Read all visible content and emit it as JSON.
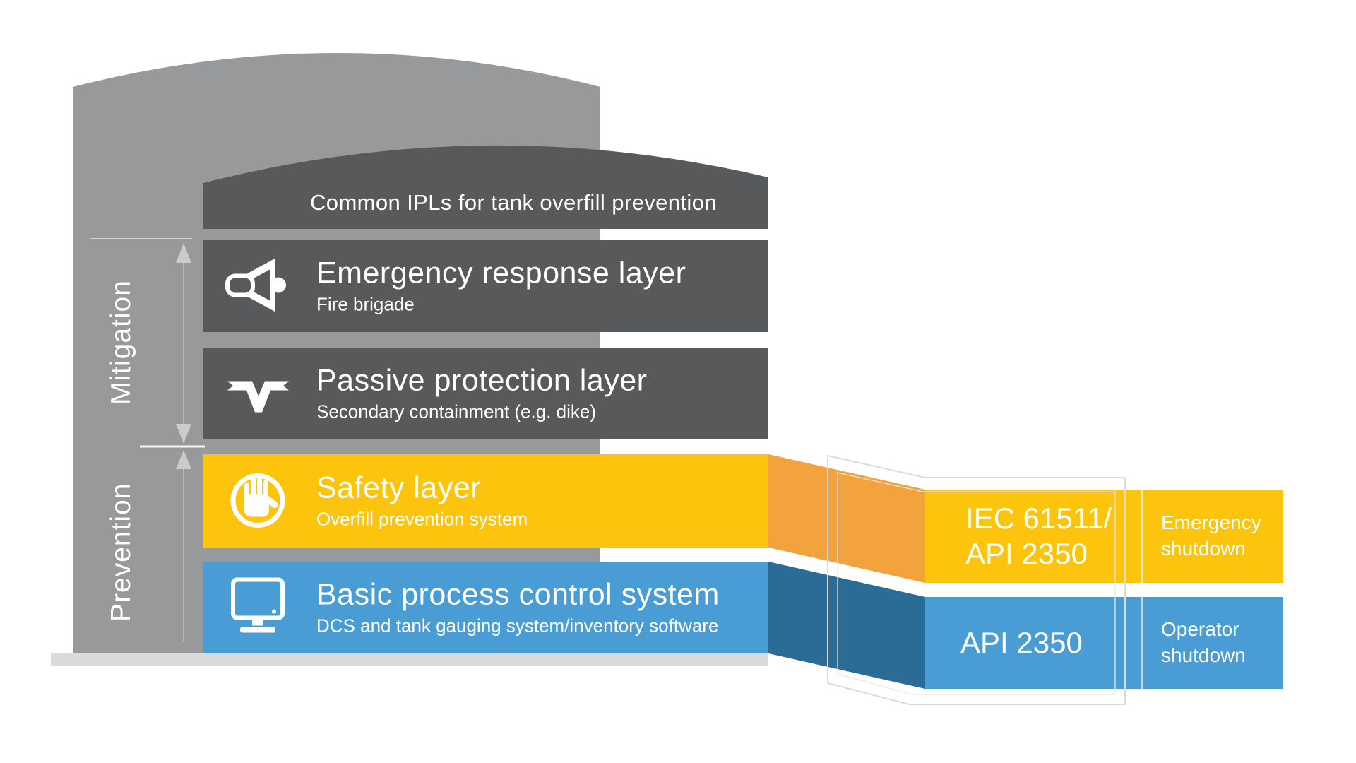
{
  "title_bar": {
    "label": "Common IPLs for tank overfill prevention"
  },
  "side_labels": {
    "mitigation": "Mitigation",
    "prevention": "Prevention"
  },
  "layers": [
    {
      "title": "Emergency response layer",
      "subtitle": "Fire brigade",
      "icon": "megaphone-icon",
      "category": "Mitigation",
      "color": "#58595B"
    },
    {
      "title": "Passive protection layer",
      "subtitle": "Secondary containment (e.g. dike)",
      "icon": "dike-containment-icon",
      "category": "Mitigation",
      "color": "#58595B"
    },
    {
      "title": "Safety layer",
      "subtitle": "Overfill prevention system",
      "icon": "stop-hand-icon",
      "category": "Prevention",
      "color": "#FCC40D"
    },
    {
      "title": "Basic process control system",
      "subtitle": "DCS and tank gauging system/inventory software",
      "icon": "monitor-icon",
      "category": "Prevention",
      "color": "#4A9CD5"
    }
  ],
  "standards_panels": [
    {
      "standard_line1": "IEC 61511/",
      "standard_line2": "API 2350",
      "action": "Emergency shutdown",
      "linked_layer": "Safety layer",
      "color": "#FCC40D"
    },
    {
      "standard_line1": "API 2350",
      "standard_line2": "",
      "action": "Operator shutdown",
      "linked_layer": "Basic process control system",
      "color": "#4A9CD5"
    }
  ],
  "colors": {
    "tank_gray": "#97999B",
    "bar_dark_gray": "#58595B",
    "safety_yellow": "#FCC40D",
    "fold_orange": "#F2A33E",
    "bpcs_blue": "#4A9CD5",
    "fold_dark_blue": "#2B6C96",
    "floor_gray": "#D9DADB",
    "text_white": "#FFFFFF"
  }
}
